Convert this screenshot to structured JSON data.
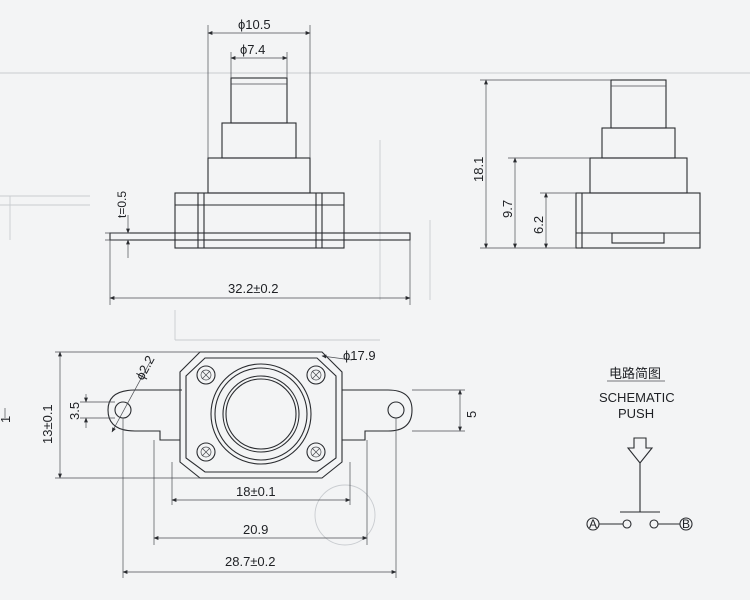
{
  "front_view": {
    "dim_housing_diameter": "ϕ10.5",
    "dim_button_diameter": "ϕ7.4",
    "dim_total_width": "32.2±0.2",
    "dim_tab_thickness": "t=0.5"
  },
  "side_view": {
    "dim_total_height": "18.1",
    "dim_housing_height": "9.7",
    "dim_base_height": "6.2"
  },
  "plan_view": {
    "dim_body_height": "13±0.1",
    "dim_hole_offset": "3.5",
    "dim_tab_width": "5",
    "dim_body_width": "18±0.1",
    "dim_body_outer": "20.9",
    "dim_total_span": "28.7±0.2",
    "dim_hole_diameter": "ϕ2.2",
    "dim_button_diameter": "ϕ17.9",
    "edge_mark": "1"
  },
  "schematic": {
    "label_cn": "电路简图",
    "title": "SCHEMATIC",
    "mode": "PUSH",
    "terminal_a": "A",
    "terminal_b": "B"
  }
}
